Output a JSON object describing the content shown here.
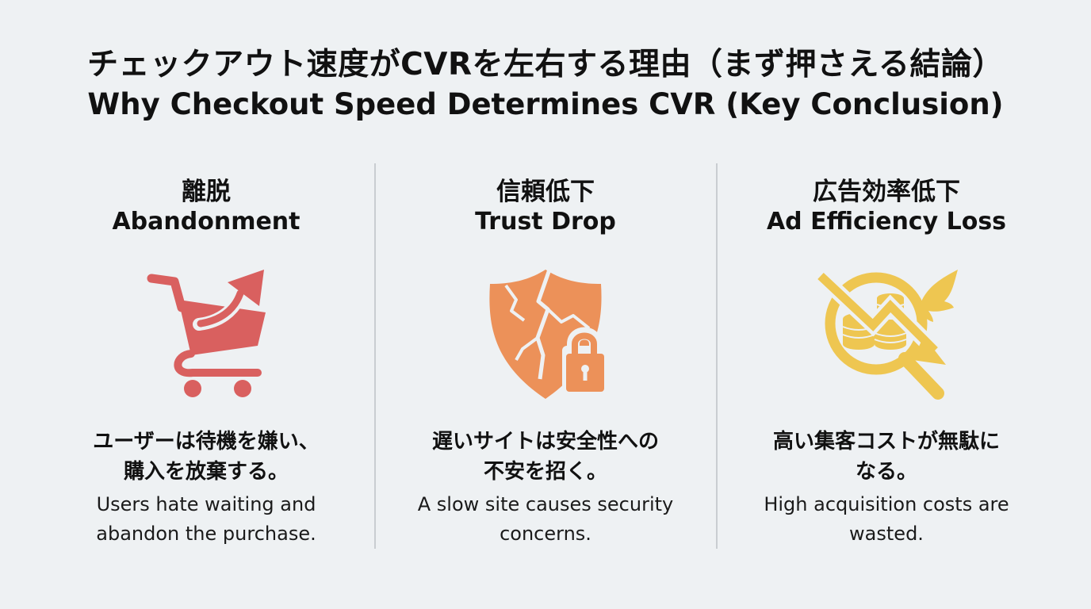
{
  "title": {
    "ja": "チェックアウト速度がCVRを左右する理由（まず押さえる結論）",
    "en": "Why Checkout Speed Determines CVR (Key Conclusion)"
  },
  "colors": {
    "background": "#eef1f3",
    "divider": "#c9cdd1",
    "text": "#111111",
    "abandonment_icon": "#d9605f",
    "trust_icon": "#ec9159",
    "ad_icon": "#eec651"
  },
  "columns": [
    {
      "heading_ja": "離脱",
      "heading_en": "Abandonment",
      "icon": "shopping-cart-arrow-up-icon",
      "desc_ja": [
        "ユーザーは待機を嫌い、",
        "購入を放棄する。"
      ],
      "desc_en": [
        "Users hate waiting and",
        "abandon the purchase."
      ]
    },
    {
      "heading_ja": "信頼低下",
      "heading_en": "Trust Drop",
      "icon": "cracked-shield-lock-icon",
      "desc_ja": [
        "遅いサイトは安全性への",
        "不安を招く。"
      ],
      "desc_en": [
        "A slow site causes security",
        "concerns."
      ]
    },
    {
      "heading_ja": "広告効率低下",
      "heading_en": "Ad Efficiency Loss",
      "icon": "magnifier-coins-downtrend-wing-icon",
      "desc_ja": [
        "高い集客コストが無駄に",
        "なる。"
      ],
      "desc_en": [
        "High acquisition costs are",
        "wasted."
      ]
    }
  ]
}
